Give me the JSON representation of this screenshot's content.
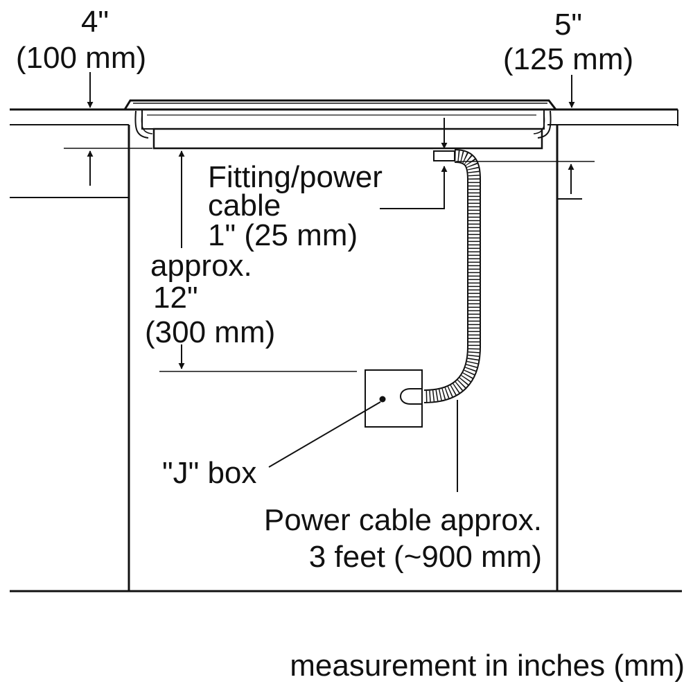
{
  "labels": {
    "left_depth": {
      "inches": "4\"",
      "mm": "(100 mm)"
    },
    "right_depth": {
      "inches": "5\"",
      "mm": "(125 mm)"
    },
    "fitting": {
      "line1": "Fitting/power",
      "line2": "cable",
      "line3": "1\" (25 mm)"
    },
    "approx": {
      "line1": "approx.",
      "line2": "12\"",
      "line3": "(300 mm)"
    },
    "jbox": "\"J\" box",
    "power_cable": {
      "line1": "Power cable approx.",
      "line2": "3 feet (~900 mm)"
    },
    "footer": "measurement in inches (mm)"
  },
  "colors": {
    "ink": "#111111",
    "background": "#ffffff"
  }
}
